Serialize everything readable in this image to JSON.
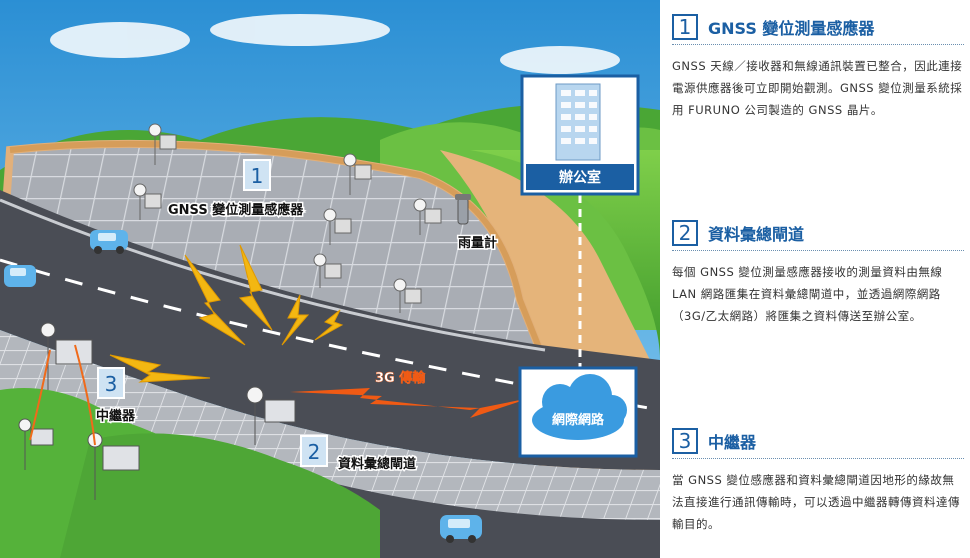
{
  "diagram": {
    "office_label": "辦公室",
    "cloud_label": "網際網路",
    "transmission_label": "3G 傳輸",
    "rain_gauge_label": "雨量計",
    "sensor_label": "GNSS 變位測量感應器",
    "gateway_label": "資料彙總閘道",
    "repeater_label": "中繼器",
    "markers": [
      "1",
      "2",
      "3"
    ]
  },
  "sections": [
    {
      "number": "1",
      "title": "GNSS 變位測量感應器",
      "body": "GNSS 天線／接收器和無線通訊裝置已整合，因此連接電源供應器後可立即開始觀測。GNSS 變位測量系統採用 FURUNO 公司製造的 GNSS 晶片。"
    },
    {
      "number": "2",
      "title": "資料彙總閘道",
      "body": "每個 GNSS 變位測量感應器接收的測量資料由無線 LAN 網路匯集在資料彙總閘道中，並透過網際網路（3G/乙太網路）將匯集之資料傳送至辦公室。"
    },
    {
      "number": "3",
      "title": "中繼器",
      "body": "當 GNSS 變位感應器和資料彙總閘道因地形的緣故無法直接進行通訊傳輸時，可以透過中繼器轉傳資料達傳輸目的。"
    }
  ],
  "colors": {
    "accent": "#1b5fa3",
    "road": "#4a4d55",
    "grass": "#5cb83a",
    "sky": "#3d9fd9",
    "bolt": "#f3b712",
    "bolt_red": "#f05a14"
  }
}
